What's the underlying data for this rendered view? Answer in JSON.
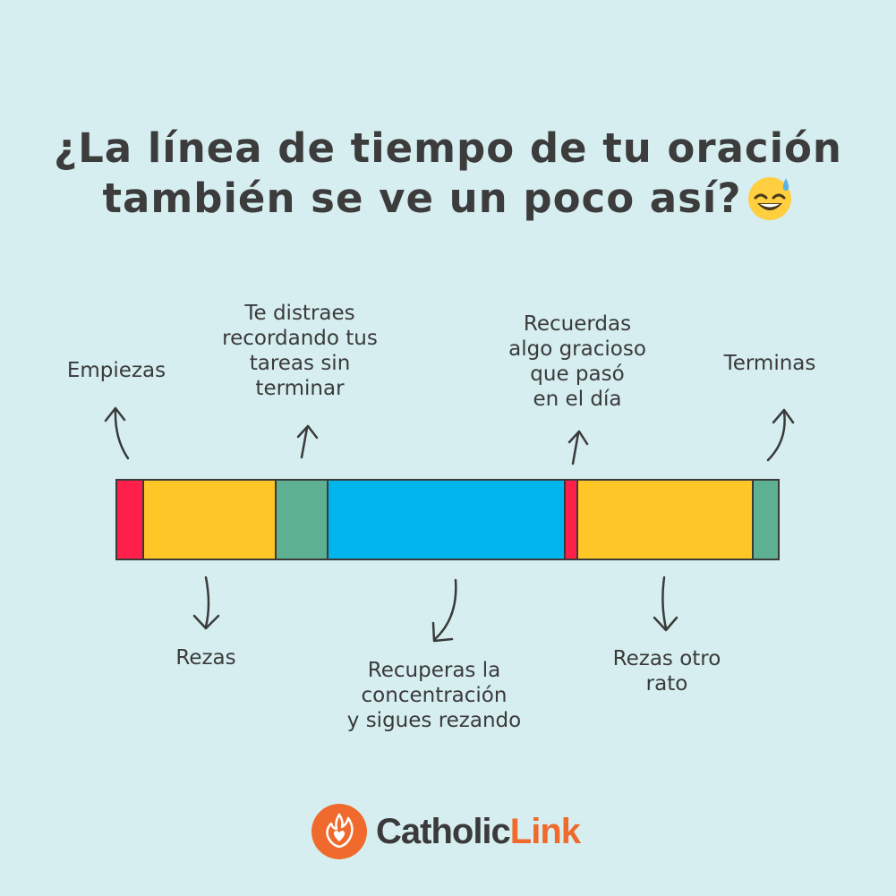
{
  "title": {
    "line1": "¿La línea de tiempo de tu oración",
    "line2": "también se ve un poco así?",
    "emoji": "sweat-smile-emoji"
  },
  "timeline": {
    "segments": [
      {
        "name": "Empiezas",
        "fraction": 0.038,
        "color": "#ff1f4b"
      },
      {
        "name": "Rezas",
        "fraction": 0.202,
        "color": "#ffc627"
      },
      {
        "name": "Te distraes",
        "fraction": 0.077,
        "color": "#5db192"
      },
      {
        "name": "Recuperas la concentración",
        "fraction": 0.362,
        "color": "#00b4ec"
      },
      {
        "name": "Recuerdas algo gracioso",
        "fraction": 0.016,
        "color": "#ff1f4b"
      },
      {
        "name": "Rezas otro rato",
        "fraction": 0.268,
        "color": "#ffc627"
      },
      {
        "name": "Terminas",
        "fraction": 0.037,
        "color": "#5db192"
      }
    ]
  },
  "labels": {
    "empiezas": "Empiezas",
    "distraes": "Te distraes\nrecordando tus\ntareas sin\nterminar",
    "recuerdas": "Recuerdas\nalgo gracioso\nque pasó\nen el día",
    "terminas": "Terminas",
    "rezas": "Rezas",
    "recuperas": "Recuperas la\nconcentración\ny sigues rezando",
    "rezas_otro": "Rezas otro\nrato"
  },
  "brand": {
    "part1": "Catholic",
    "part2": "Link",
    "logo_icon": "flame-heart-icon"
  }
}
